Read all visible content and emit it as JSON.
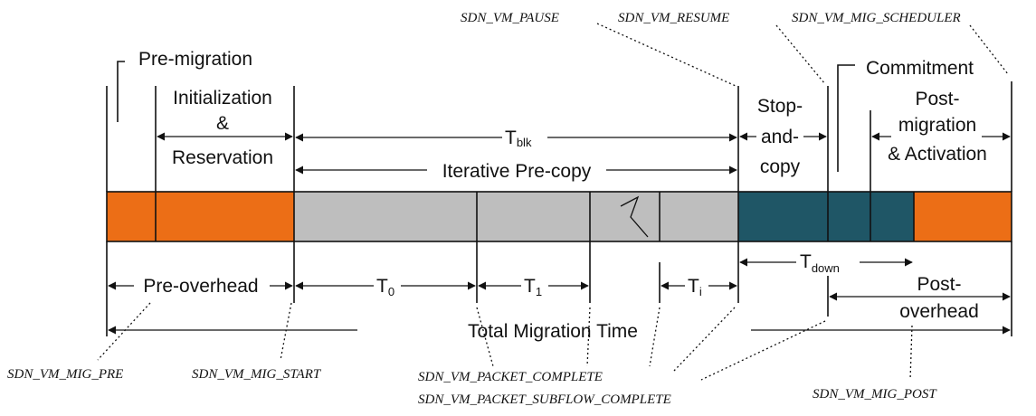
{
  "colors": {
    "pre_phase": "#EC6E16",
    "precopy_phase": "#BEBEBE",
    "downtime_phase": "#1F5666",
    "post_phase": "#EC6E16"
  },
  "labels": {
    "pre_migration": "Pre-migration",
    "init_line1": "Initialization",
    "init_line2": "&",
    "init_line3": "Reservation",
    "t_blk": "T",
    "t_blk_sub": "blk",
    "iterative_precopy": "Iterative Pre-copy",
    "stop1": "Stop-",
    "stop2": "and-",
    "stop3": "copy",
    "commitment": "Commitment",
    "post1": "Post-",
    "post2": "migration",
    "post3": "& Activation",
    "pre_overhead": "Pre-overhead",
    "t0": "T",
    "t0_sub": "0",
    "t1": "T",
    "t1_sub": "1",
    "ti": "T",
    "ti_sub": "i",
    "t_down": "T",
    "t_down_sub": "down",
    "post_overhead_1": "Post-",
    "post_overhead_2": "overhead",
    "total_time": "Total Migration Time"
  },
  "events": {
    "vm_pause": "SDN_VM_PAUSE",
    "vm_resume": "SDN_VM_RESUME",
    "mig_scheduler": "SDN_VM_MIG_SCHEDULER",
    "mig_pre": "SDN_VM_MIG_PRE",
    "mig_start": "SDN_VM_MIG_START",
    "packet_complete": "SDN_VM_PACKET_COMPLETE",
    "subflow_complete": "SDN_VM_PACKET_SUBFLOW_COMPLETE",
    "mig_post": "SDN_VM_MIG_POST"
  }
}
